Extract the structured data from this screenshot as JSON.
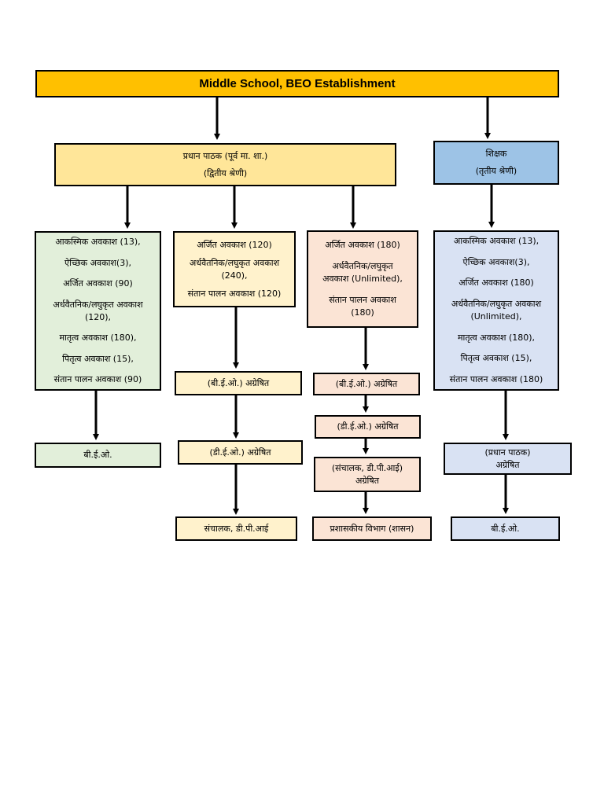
{
  "title": "Middle School, BEO Establishment",
  "headmaster": {
    "line1": "प्रधान पाठक (पूर्व मा. शा.)",
    "line2": "(द्वितीय श्रेणी)"
  },
  "teacher": {
    "line1": "शिक्षक",
    "line2": "(तृतीय श्रेणी)"
  },
  "hm_col1": {
    "items": [
      "आकस्मिक अवकाश (13),",
      "ऐच्छिक अवकाश(3),",
      "अर्जित अवकाश (90)",
      "अर्धवैतनिक/लघुकृत अवकाश",
      "(120),",
      "मातृत्व अवकाश (180),",
      "पितृत्व अवकाश (15),",
      "संतान पालन अवकाश (90)"
    ],
    "step1": "बी.ई.ओ."
  },
  "hm_col2": {
    "items": [
      "अर्जित अवकाश (120)",
      "अर्धवैतनिक/लघुकृत अवकाश",
      "(240),",
      "संतान पालन अवकाश (120)"
    ],
    "step1": "(बी.ई.ओ.) अग्रेषित",
    "step2": "(डी.ई.ओ.) अग्रेषित",
    "step3": "संचालक, डी.पी.आई"
  },
  "hm_col3": {
    "items": [
      "अर्जित अवकाश (180)",
      "अर्धवैतनिक/लघुकृत",
      "अवकाश (Unlimited),",
      "संतान पालन अवकाश",
      "(180)"
    ],
    "step1": "(बी.ई.ओ.) अग्रेषित",
    "step2": "(डी.ई.ओ.) अग्रेषित",
    "step3_line1": "(संचालक, डी.पी.आई)",
    "step3_line2": "अग्रेषित",
    "step4": "प्रशासकीय विभाग (शासन)"
  },
  "teacher_col": {
    "items": [
      "आकस्मिक अवकाश (13),",
      "ऐच्छिक अवकाश(3),",
      "अर्जित अवकाश (180)",
      "अर्धवैतनिक/लघुकृत अवकाश",
      "(Unlimited),",
      "मातृत्व अवकाश (180),",
      "पितृत्व अवकाश (15),",
      "संतान पालन अवकाश (180)"
    ],
    "step1_line1": "(प्रधान पाठक)",
    "step1_line2": "अग्रेषित",
    "step2": "बी.ई.ओ."
  }
}
